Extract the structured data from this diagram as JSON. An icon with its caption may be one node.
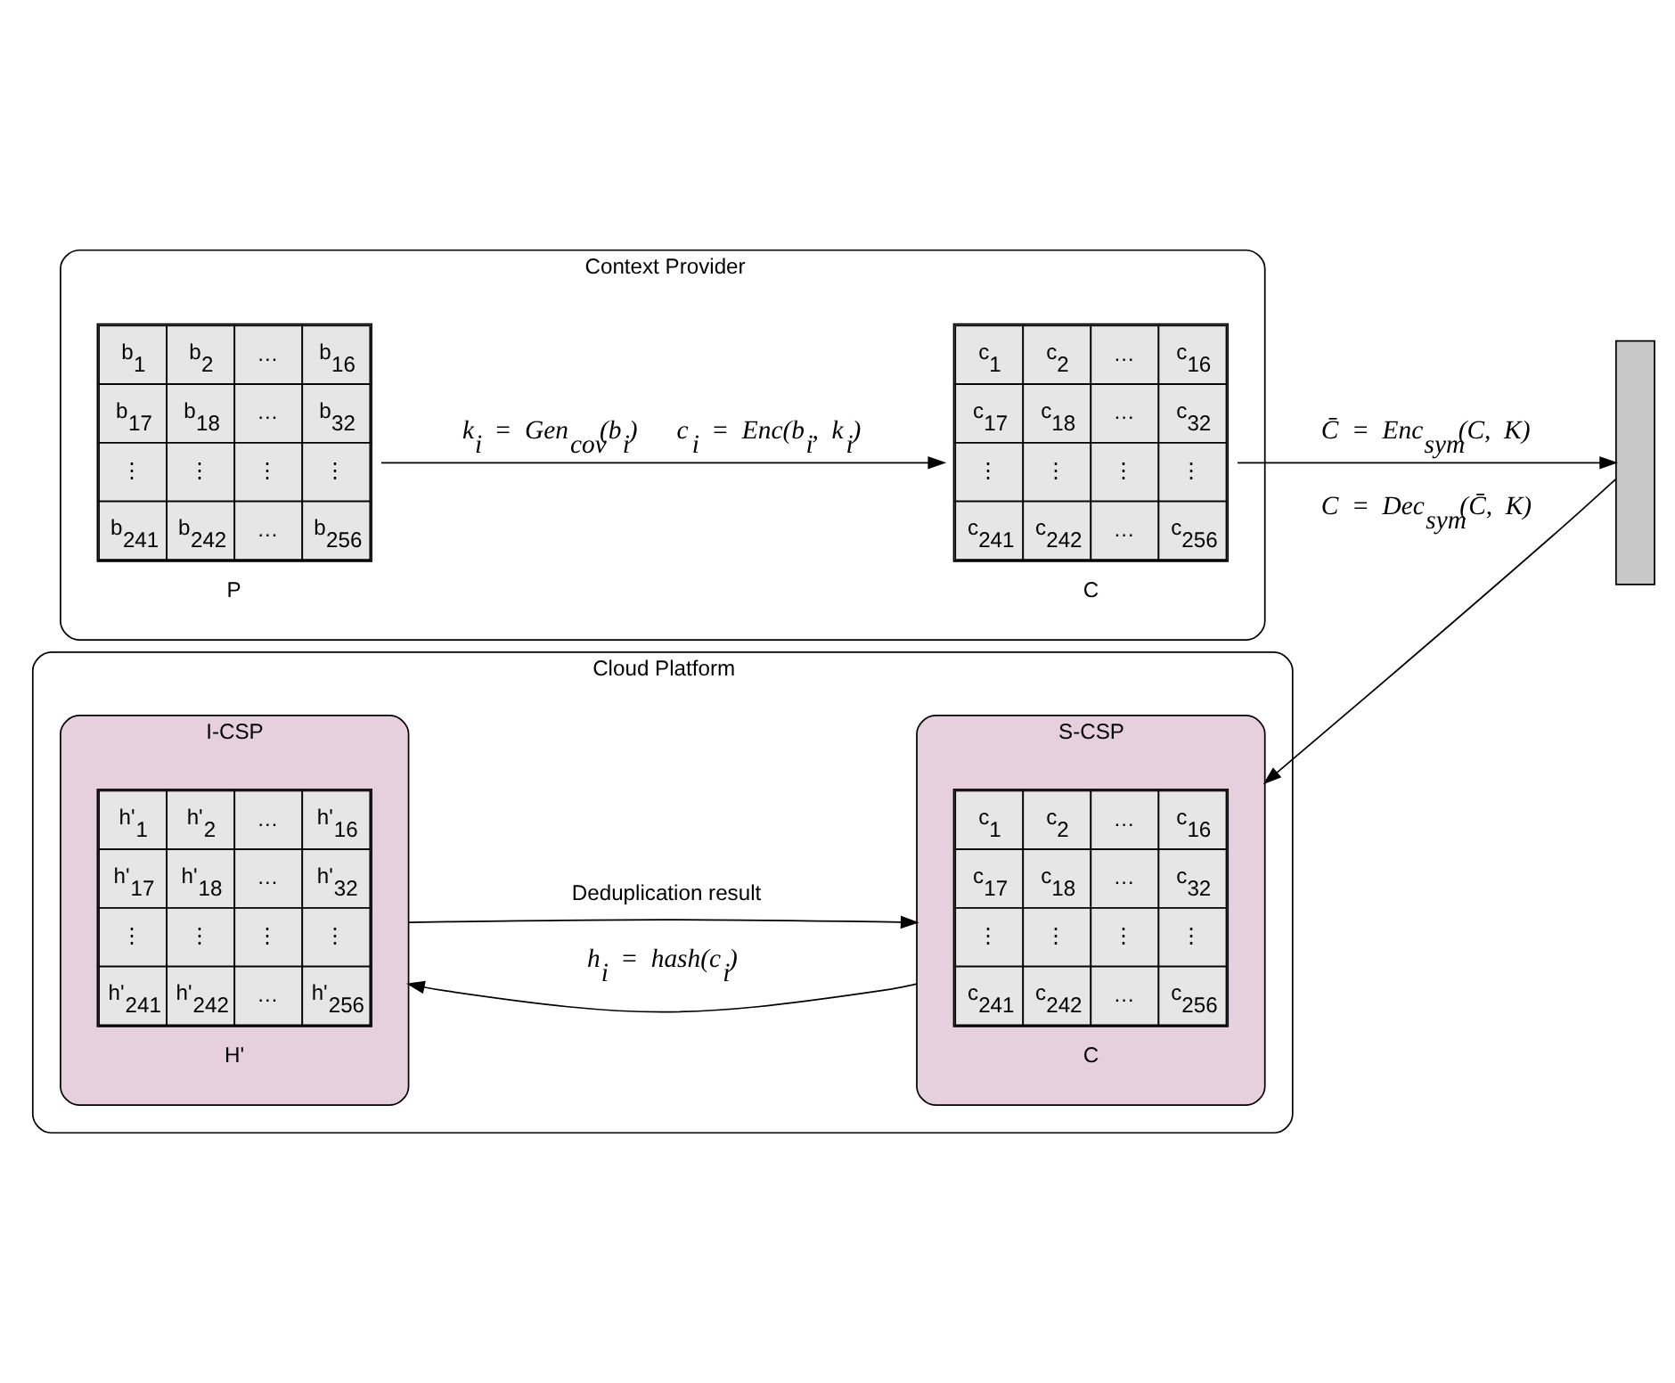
{
  "diagram": {
    "nodes": [
      {
        "text": [
          "Context Provider"
        ]
      },
      {
        "text": [
          "b$_{1}$",
          "b$_{2}$",
          "…",
          "b$_{16}$",
          "b$_{17}$",
          "b$_{18}$",
          "…",
          "b$_{32}$",
          "⋮",
          "⋮",
          "⋮",
          "⋮",
          "b$_{241}$",
          "b$_{242}$",
          "…",
          "b$_{256}$"
        ],
        "beside": [
          "P"
        ],
        "in": 0
      },
      {
        "text": [
          "c$_{1}$",
          "c$_{2}$",
          "…",
          "c$_{16}$",
          "c$_{17}$",
          "c$_{18}$",
          "…",
          "c$_{32}$",
          "⋮",
          "⋮",
          "⋮",
          "⋮",
          "c$_{241}$",
          "c$_{242}$",
          "…",
          "c$_{256}$"
        ],
        "beside": [
          "C"
        ],
        "in": 0
      },
      {
        "text": [
          "Cloud Platform"
        ]
      },
      {
        "text": [
          "I-CSP"
        ],
        "in": 3
      },
      {
        "text": [
          "h'$_{1}$",
          "h'$_{2}$",
          "…",
          "h'$_{16}$",
          "h'$_{17}$",
          "h'$_{18}$",
          "…",
          "h'$_{32}$",
          "⋮",
          "⋮",
          "⋮",
          "⋮",
          "h'$_{241}$",
          "h'$_{242}$",
          "…",
          "h'$_{256}$"
        ],
        "beside": [
          "H'"
        ],
        "in": 4
      },
      {
        "text": [
          "S-CSP"
        ],
        "in": 3
      },
      {
        "text": [
          "c$_{1}$",
          "c$_{2}$",
          "…",
          "c$_{16}$",
          "c$_{17}$",
          "c$_{18}$",
          "…",
          "c$_{32}$",
          "⋮",
          "⋮",
          "⋮",
          "⋮",
          "c$_{241}$",
          "c$_{242}$",
          "…",
          "c$_{256}$"
        ],
        "beside": [
          "C"
        ],
        "in": 6
      },
      {
        "text": [],
        "shape": "double-arrow"
      }
    ],
    "edges": [
      {
        "from": 1,
        "to": 2,
        "arrow": "to",
        "label": "k$_{i}$ = Gen$_{cov}$(b$_{i}$)   c$_{i}$ = Enc(b$_{i}$, k$_{i}$)"
      },
      {
        "from": 2,
        "to": 8,
        "arrow": "to",
        "label": "C̄ = Enc$_{sym}$(C, K)"
      },
      {
        "from": 8,
        "to": 6,
        "arrow": "to",
        "label": "C = Dec$_{sym}$(C̄, K)"
      },
      {
        "from": 6,
        "to": 4,
        "arrow": "to",
        "label": "h$_{i}$ = hash(c$_{i}$)"
      },
      {
        "from": 4,
        "to": 6,
        "arrow": "to",
        "label": "Deduplication result"
      }
    ]
  }
}
